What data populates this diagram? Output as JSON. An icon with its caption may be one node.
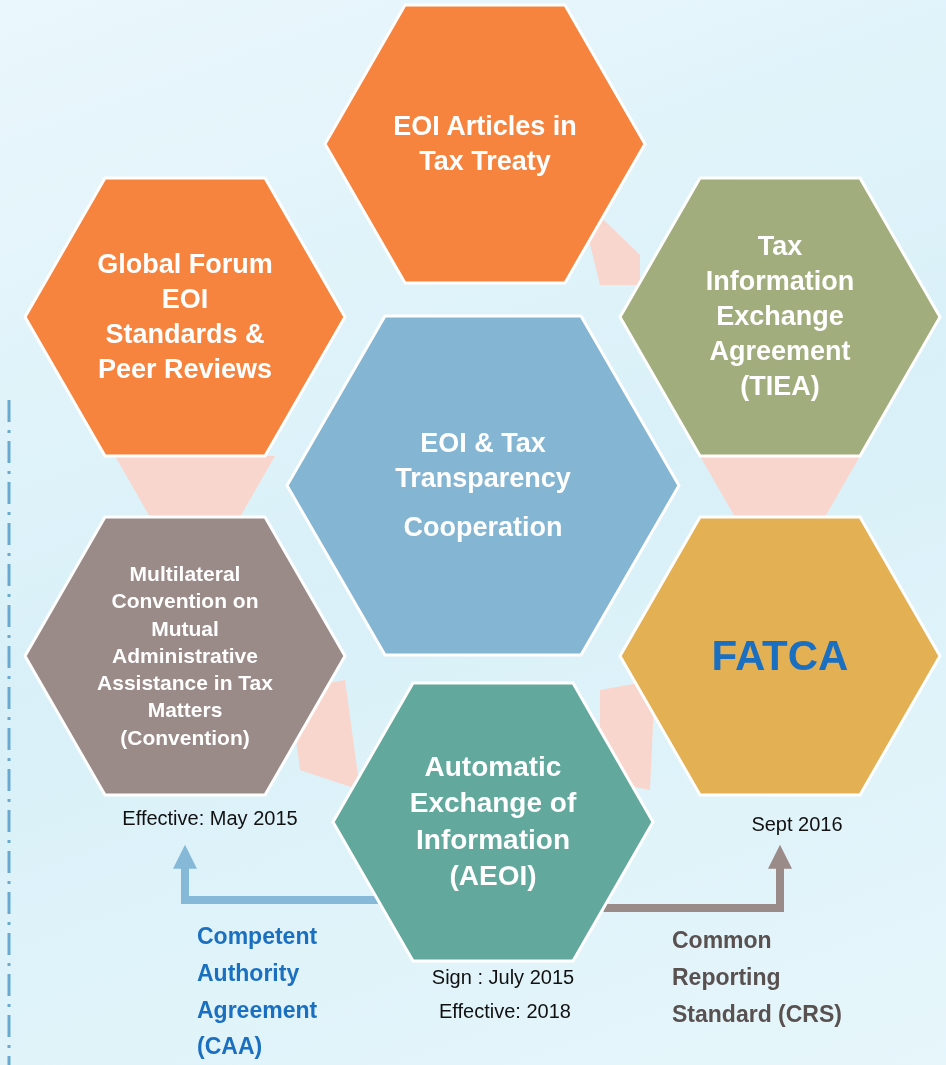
{
  "diagram": {
    "nodes": [
      {
        "text": [
          "EOI Articles in Tax Treaty"
        ]
      },
      {
        "text": [
          "Global Forum EOI Standards & Peer Reviews"
        ]
      },
      {
        "text": [
          "Tax Information Exchange Agreement (TIEA)"
        ]
      },
      {
        "text": [
          "EOI & Tax Transparency",
          "Cooperation"
        ]
      },
      {
        "text": [
          "Multilateral Convention on Mutual Administrative Assistance in Tax Matters (Convention)"
        ],
        "beside": [
          "Effective: May 2015"
        ]
      },
      {
        "text": [
          "FATCA"
        ],
        "beside": [
          "Sept 2016"
        ]
      },
      {
        "text": [
          "Automatic Exchange of Information (AEOI)"
        ],
        "beside": [
          "Sign : July 2015",
          "Effective: 2018"
        ]
      }
    ],
    "edges": [
      {
        "from": 6,
        "to": 4,
        "arrow": "to",
        "label": "Competent Authority Agreement (CAA)",
        "color": "#86b9d8"
      },
      {
        "from": 6,
        "to": 5,
        "arrow": "to",
        "label": "Common Reporting Standard (CRS)",
        "color": "#9a8a88"
      }
    ]
  }
}
